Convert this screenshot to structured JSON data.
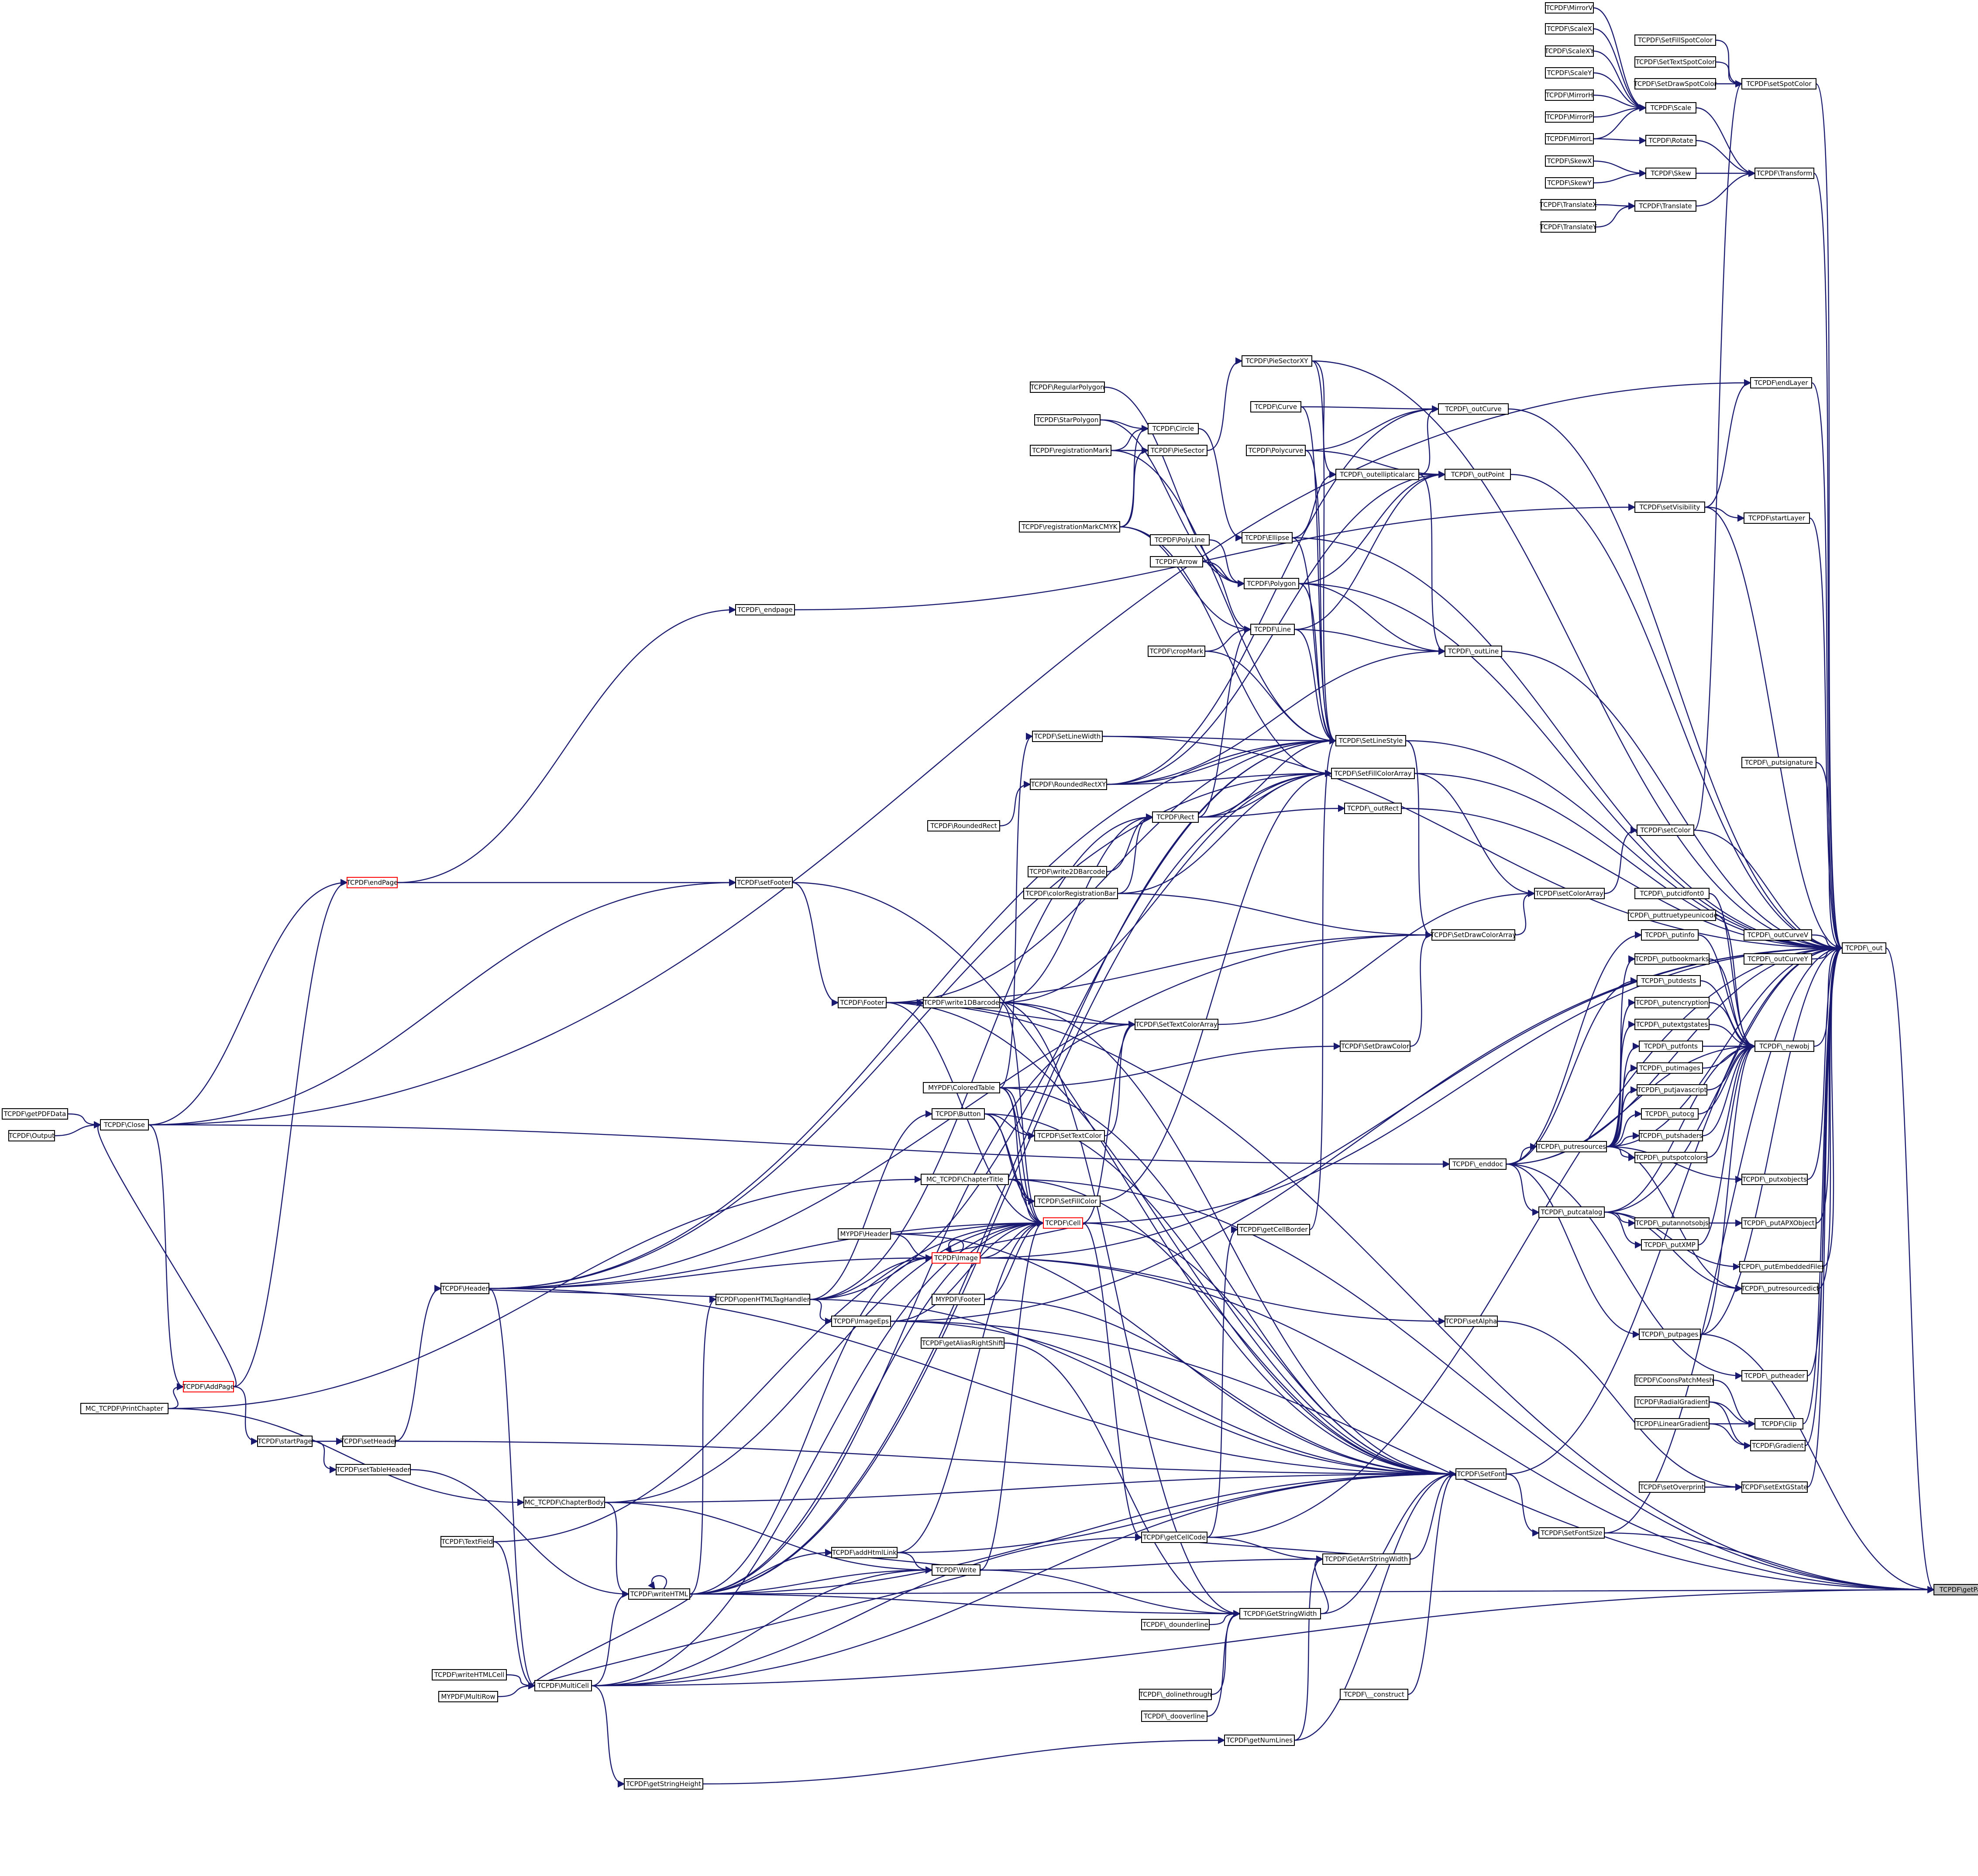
{
  "diagram": {
    "type": "call-graph",
    "root": "TCPDF\\getPageBuffer",
    "colors": {
      "edge": "#191970",
      "node_border": "#000000",
      "truncated_node_border": "#ff0000",
      "root_fill": "#bfbfbf"
    },
    "nodes": [
      {
        "id": "MirrorV",
        "label": "TCPDF\\MirrorV"
      },
      {
        "id": "ScaleX",
        "label": "TCPDF\\ScaleX"
      },
      {
        "id": "ScaleXY",
        "label": "TCPDF\\ScaleXY"
      },
      {
        "id": "ScaleY",
        "label": "TCPDF\\ScaleY"
      },
      {
        "id": "MirrorH",
        "label": "TCPDF\\MirrorH"
      },
      {
        "id": "MirrorP",
        "label": "TCPDF\\MirrorP"
      },
      {
        "id": "MirrorL",
        "label": "TCPDF\\MirrorL"
      },
      {
        "id": "SkewX",
        "label": "TCPDF\\SkewX"
      },
      {
        "id": "SkewY",
        "label": "TCPDF\\SkewY"
      },
      {
        "id": "TranslateX",
        "label": "TCPDF\\TranslateX"
      },
      {
        "id": "TranslateY",
        "label": "TCPDF\\TranslateY"
      },
      {
        "id": "SetFillSpotColor",
        "label": "TCPDF\\SetFillSpotColor"
      },
      {
        "id": "SetTextSpotColor",
        "label": "TCPDF\\SetTextSpotColor"
      },
      {
        "id": "SetDrawSpotColor",
        "label": "TCPDF\\SetDrawSpotColor"
      },
      {
        "id": "Scale",
        "label": "TCPDF\\Scale"
      },
      {
        "id": "Rotate",
        "label": "TCPDF\\Rotate"
      },
      {
        "id": "Skew",
        "label": "TCPDF\\Skew"
      },
      {
        "id": "Translate",
        "label": "TCPDF\\Translate"
      },
      {
        "id": "setSpotColor",
        "label": "TCPDF\\setSpotColor"
      },
      {
        "id": "Transform",
        "label": "TCPDF\\Transform"
      },
      {
        "id": "PieSectorXY",
        "label": "TCPDF\\PieSectorXY"
      },
      {
        "id": "RegularPolygon",
        "label": "TCPDF\\RegularPolygon"
      },
      {
        "id": "StarPolygon",
        "label": "TCPDF\\StarPolygon"
      },
      {
        "id": "registrationMark",
        "label": "TCPDF\\registrationMark"
      },
      {
        "id": "registrationMarkCMYK",
        "label": "TCPDF\\registrationMarkCMYK"
      },
      {
        "id": "Circle",
        "label": "TCPDF\\Circle"
      },
      {
        "id": "PieSector",
        "label": "TCPDF\\PieSector"
      },
      {
        "id": "Curve",
        "label": "TCPDF\\Curve"
      },
      {
        "id": "Polycurve",
        "label": "TCPDF\\Polycurve"
      },
      {
        "id": "outCurve",
        "label": "TCPDF\\_outCurve"
      },
      {
        "id": "outellipticalarc",
        "label": "TCPDF\\_outellipticalarc"
      },
      {
        "id": "outPoint",
        "label": "TCPDF\\_outPoint"
      },
      {
        "id": "endLayer",
        "label": "TCPDF\\endLayer"
      },
      {
        "id": "setVisibility",
        "label": "TCPDF\\setVisibility"
      },
      {
        "id": "startLayer",
        "label": "TCPDF\\startLayer"
      },
      {
        "id": "Ellipse",
        "label": "TCPDF\\Ellipse"
      },
      {
        "id": "PolyLine",
        "label": "TCPDF\\PolyLine"
      },
      {
        "id": "Arrow",
        "label": "TCPDF\\Arrow"
      },
      {
        "id": "Polygon",
        "label": "TCPDF\\Polygon"
      },
      {
        "id": "Line",
        "label": "TCPDF\\Line"
      },
      {
        "id": "cropMark",
        "label": "TCPDF\\cropMark"
      },
      {
        "id": "outLine",
        "label": "TCPDF\\_outLine"
      },
      {
        "id": "endpage_",
        "label": "TCPDF\\_endpage"
      },
      {
        "id": "SetLineWidth",
        "label": "TCPDF\\SetLineWidth"
      },
      {
        "id": "SetLineStyle",
        "label": "TCPDF\\SetLineStyle"
      },
      {
        "id": "SetFillColorArray",
        "label": "TCPDF\\SetFillColorArray"
      },
      {
        "id": "RoundedRectXY",
        "label": "TCPDF\\RoundedRectXY"
      },
      {
        "id": "RoundedRect",
        "label": "TCPDF\\RoundedRect"
      },
      {
        "id": "outRect",
        "label": "TCPDF\\_outRect"
      },
      {
        "id": "Rect",
        "label": "TCPDF\\Rect"
      },
      {
        "id": "putsignature",
        "label": "TCPDF\\_putsignature"
      },
      {
        "id": "write2DBarcode",
        "label": "TCPDF\\write2DBarcode"
      },
      {
        "id": "colorRegistrationBar",
        "label": "TCPDF\\colorRegistrationBar"
      },
      {
        "id": "endPage",
        "label": "TCPDF\\endPage",
        "red": true
      },
      {
        "id": "setFooter",
        "label": "TCPDF\\setFooter"
      },
      {
        "id": "setColor",
        "label": "TCPDF\\setColor"
      },
      {
        "id": "setColorArray",
        "label": "TCPDF\\setColorArray"
      },
      {
        "id": "putcidfont0",
        "label": "TCPDF\\_putcidfont0"
      },
      {
        "id": "puttruetypeunicode",
        "label": "TCPDF\\_puttruetypeunicode"
      },
      {
        "id": "SetDrawColorArray",
        "label": "TCPDF\\SetDrawColorArray"
      },
      {
        "id": "putinfo",
        "label": "TCPDF\\_putinfo"
      },
      {
        "id": "outCurveV",
        "label": "TCPDF\\_outCurveV"
      },
      {
        "id": "out",
        "label": "TCPDF\\_out"
      },
      {
        "id": "outCurveY",
        "label": "TCPDF\\_outCurveY"
      },
      {
        "id": "putbookmarks",
        "label": "TCPDF\\_putbookmarks"
      },
      {
        "id": "Footer",
        "label": "TCPDF\\Footer"
      },
      {
        "id": "write1DBarcode",
        "label": "TCPDF\\write1DBarcode"
      },
      {
        "id": "putdests",
        "label": "TCPDF\\_putdests"
      },
      {
        "id": "putencryption",
        "label": "TCPDF\\_putencryption"
      },
      {
        "id": "SetTextColorArray",
        "label": "TCPDF\\SetTextColorArray"
      },
      {
        "id": "putextgstates",
        "label": "TCPDF\\_putextgstates"
      },
      {
        "id": "SetDrawColor",
        "label": "TCPDF\\SetDrawColor"
      },
      {
        "id": "putfonts",
        "label": "TCPDF\\_putfonts"
      },
      {
        "id": "newobj",
        "label": "TCPDF\\_newobj"
      },
      {
        "id": "putimages",
        "label": "TCPDF\\_putimages"
      },
      {
        "id": "ColoredTable",
        "label": "MYPDF\\ColoredTable"
      },
      {
        "id": "putjavascript",
        "label": "TCPDF\\_putjavascript"
      },
      {
        "id": "getPDFData",
        "label": "TCPDF\\getPDFData"
      },
      {
        "id": "Button",
        "label": "TCPDF\\Button"
      },
      {
        "id": "putocg",
        "label": "TCPDF\\_putocg"
      },
      {
        "id": "Close",
        "label": "TCPDF\\Close"
      },
      {
        "id": "SetTextColor",
        "label": "TCPDF\\SetTextColor"
      },
      {
        "id": "putshaders",
        "label": "TCPDF\\_putshaders"
      },
      {
        "id": "Output",
        "label": "TCPDF\\Output"
      },
      {
        "id": "putresources",
        "label": "TCPDF\\_putresources"
      },
      {
        "id": "putspotcolors",
        "label": "TCPDF\\_putspotcolors"
      },
      {
        "id": "enddoc",
        "label": "TCPDF\\_enddoc"
      },
      {
        "id": "ChapterTitle",
        "label": "MC_TCPDF\\ChapterTitle"
      },
      {
        "id": "putxobjects",
        "label": "TCPDF\\_putxobjects"
      },
      {
        "id": "SetFillColor",
        "label": "TCPDF\\SetFillColor"
      },
      {
        "id": "putcatalog",
        "label": "TCPDF\\_putcatalog"
      },
      {
        "id": "Cell",
        "label": "TCPDF\\Cell",
        "red": true
      },
      {
        "id": "MYPDFHeader",
        "label": "MYPDF\\Header"
      },
      {
        "id": "putannotsobjs",
        "label": "TCPDF\\_putannotsobjs"
      },
      {
        "id": "putAPXObject",
        "label": "TCPDF\\_putAPXObject"
      },
      {
        "id": "getCellBorder",
        "label": "TCPDF\\getCellBorder"
      },
      {
        "id": "putXMP",
        "label": "TCPDF\\_putXMP"
      },
      {
        "id": "Image",
        "label": "TCPDF\\Image",
        "red": true
      },
      {
        "id": "putEmbeddedFiles",
        "label": "TCPDF\\_putEmbeddedFiles"
      },
      {
        "id": "Header",
        "label": "TCPDF\\Header"
      },
      {
        "id": "putresourcedict",
        "label": "TCPDF\\_putresourcedict"
      },
      {
        "id": "openHTMLTagHandler",
        "label": "TCPDF\\openHTMLTagHandler"
      },
      {
        "id": "MYPDFFooter",
        "label": "MYPDF\\Footer"
      },
      {
        "id": "ImageEps",
        "label": "TCPDF\\ImageEps"
      },
      {
        "id": "setAlpha",
        "label": "TCPDF\\setAlpha"
      },
      {
        "id": "putpages",
        "label": "TCPDF\\_putpages"
      },
      {
        "id": "getAliasRightShift",
        "label": "TCPDF\\getAliasRightShift"
      },
      {
        "id": "putheader",
        "label": "TCPDF\\_putheader"
      },
      {
        "id": "AddPage",
        "label": "TCPDF\\AddPage",
        "red": true
      },
      {
        "id": "CoonsPatchMesh",
        "label": "TCPDF\\CoonsPatchMesh"
      },
      {
        "id": "PrintChapter",
        "label": "MC_TCPDF\\PrintChapter"
      },
      {
        "id": "RadialGradient",
        "label": "TCPDF\\RadialGradient"
      },
      {
        "id": "Clip",
        "label": "TCPDF\\Clip"
      },
      {
        "id": "LinearGradient",
        "label": "TCPDF\\LinearGradient"
      },
      {
        "id": "Gradient",
        "label": "TCPDF\\Gradient"
      },
      {
        "id": "startPage",
        "label": "TCPDF\\startPage"
      },
      {
        "id": "setHeader",
        "label": "TCPDF\\setHeader"
      },
      {
        "id": "setTableHeader",
        "label": "TCPDF\\setTableHeader"
      },
      {
        "id": "SetFont",
        "label": "TCPDF\\SetFont"
      },
      {
        "id": "setOverprint",
        "label": "TCPDF\\setOverprint"
      },
      {
        "id": "setExtGState",
        "label": "TCPDF\\setExtGState"
      },
      {
        "id": "ChapterBody",
        "label": "MC_TCPDF\\ChapterBody"
      },
      {
        "id": "SetFontSize",
        "label": "TCPDF\\SetFontSize"
      },
      {
        "id": "TextField",
        "label": "TCPDF\\TextField"
      },
      {
        "id": "addHtmlLink",
        "label": "TCPDF\\addHtmlLink"
      },
      {
        "id": "getCellCode",
        "label": "TCPDF\\getCellCode"
      },
      {
        "id": "GetArrStringWidth",
        "label": "TCPDF\\GetArrStringWidth"
      },
      {
        "id": "getPageBuffer",
        "label": "TCPDF\\getPageBuffer",
        "root": true
      },
      {
        "id": "Write",
        "label": "TCPDF\\Write"
      },
      {
        "id": "writeHTML",
        "label": "TCPDF\\writeHTML"
      },
      {
        "id": "dounderline",
        "label": "TCPDF\\_dounderline"
      },
      {
        "id": "GetStringWidth",
        "label": "TCPDF\\GetStringWidth"
      },
      {
        "id": "writeHTMLCell",
        "label": "TCPDF\\writeHTMLCell"
      },
      {
        "id": "MultiCell",
        "label": "TCPDF\\MultiCell"
      },
      {
        "id": "MultiRow",
        "label": "MYPDF\\MultiRow"
      },
      {
        "id": "dolinethrough",
        "label": "TCPDF\\_dolinethrough"
      },
      {
        "id": "construct",
        "label": "TCPDF\\__construct"
      },
      {
        "id": "dooverline",
        "label": "TCPDF\\_dooverline"
      },
      {
        "id": "getNumLines",
        "label": "TCPDF\\getNumLines"
      },
      {
        "id": "getStringHeight",
        "label": "TCPDF\\getStringHeight"
      }
    ]
  }
}
